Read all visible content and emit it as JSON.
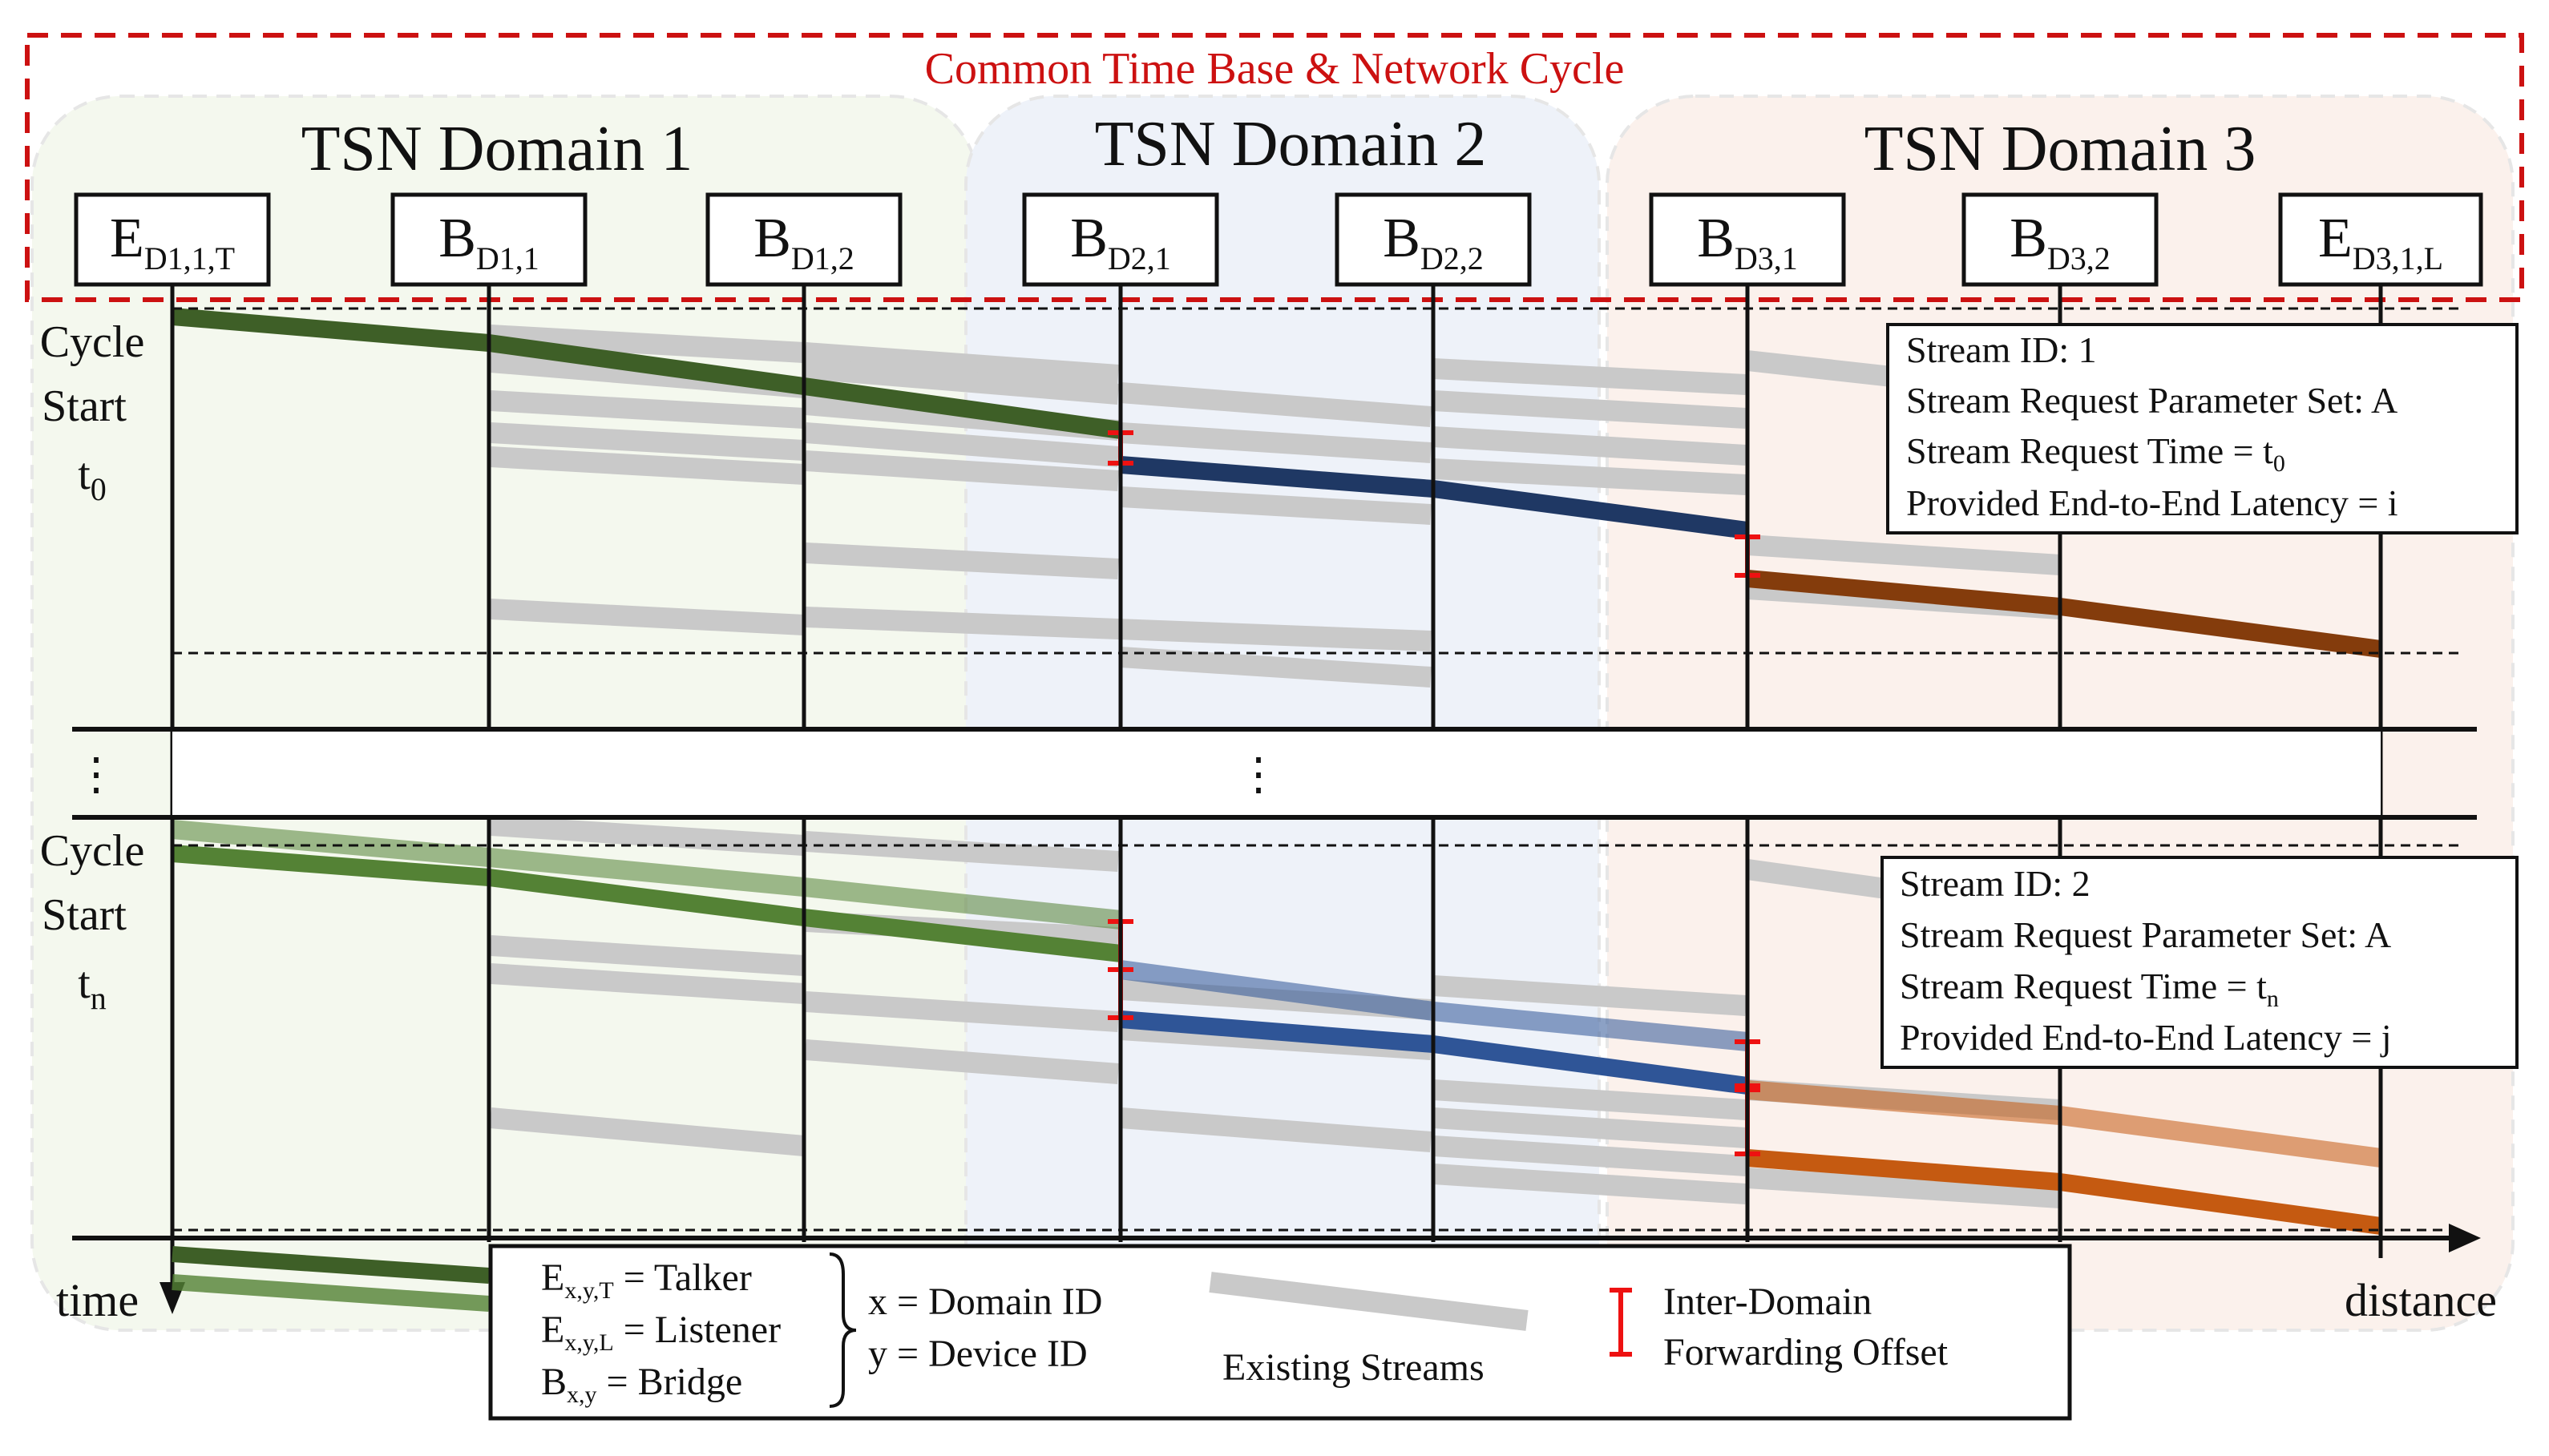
{
  "banner": "Common Time Base & Network Cycle",
  "domains": [
    "TSN Domain 1",
    "TSN Domain 2",
    "TSN Domain 3"
  ],
  "nodes": [
    {
      "main": "E",
      "sub": "D1,1,T"
    },
    {
      "main": "B",
      "sub": "D1,1"
    },
    {
      "main": "B",
      "sub": "D1,2"
    },
    {
      "main": "B",
      "sub": "D2,1"
    },
    {
      "main": "B",
      "sub": "D2,2"
    },
    {
      "main": "B",
      "sub": "D3,1"
    },
    {
      "main": "B",
      "sub": "D3,2"
    },
    {
      "main": "E",
      "sub": "D3,1,L"
    }
  ],
  "cycle_label_1": {
    "line1": "Cycle",
    "line2": "Start",
    "t": "t",
    "t_sub": "0"
  },
  "cycle_label_n": {
    "line1": "Cycle",
    "line2": "Start",
    "t": "t",
    "t_sub": "n"
  },
  "ellipsis": "⋮",
  "stream_box_1": {
    "line1": "Stream ID: 1",
    "line2": "Stream Request Parameter Set: A",
    "line3_pre": "Stream Request Time = t",
    "line3_sub": "0",
    "line4": "Provided End-to-End Latency = i"
  },
  "stream_box_2": {
    "line1": "Stream ID: 2",
    "line2": "Stream Request Parameter Set: A",
    "line3_pre": "Stream Request Time = t",
    "line3_sub": "n",
    "line4": "Provided End-to-End Latency = j"
  },
  "legend": {
    "talker_main": "E",
    "talker_sub": "x,y,T",
    "talker_rest": " = Talker",
    "listener_main": "E",
    "listener_sub": "x,y,L",
    "listener_rest": " = Listener",
    "bridge_main": "B",
    "bridge_sub": "x,y",
    "bridge_rest": " = Bridge",
    "domain_id": "x = Domain ID",
    "device_id": "y = Device ID",
    "existing": "Existing Streams",
    "offset_line1": "Inter-Domain",
    "offset_line2": "Forwarding Offset"
  },
  "axis": {
    "time": "time",
    "distance": "distance"
  },
  "colors": {
    "domain1_bg": "#f4f8ee",
    "domain2_bg": "#eef2f9",
    "domain3_bg": "#fbf1ec",
    "banner": "#cc1111",
    "stream1_d1": "#3e5f27",
    "stream1_d2": "#1f3864",
    "stream1_d3": "#843c0c",
    "stream2_d1": "#548235",
    "stream2_d2": "#2f5597",
    "stream2_d3": "#c55a11",
    "existing": "#c9c9c9",
    "offset": "#ee1111"
  }
}
